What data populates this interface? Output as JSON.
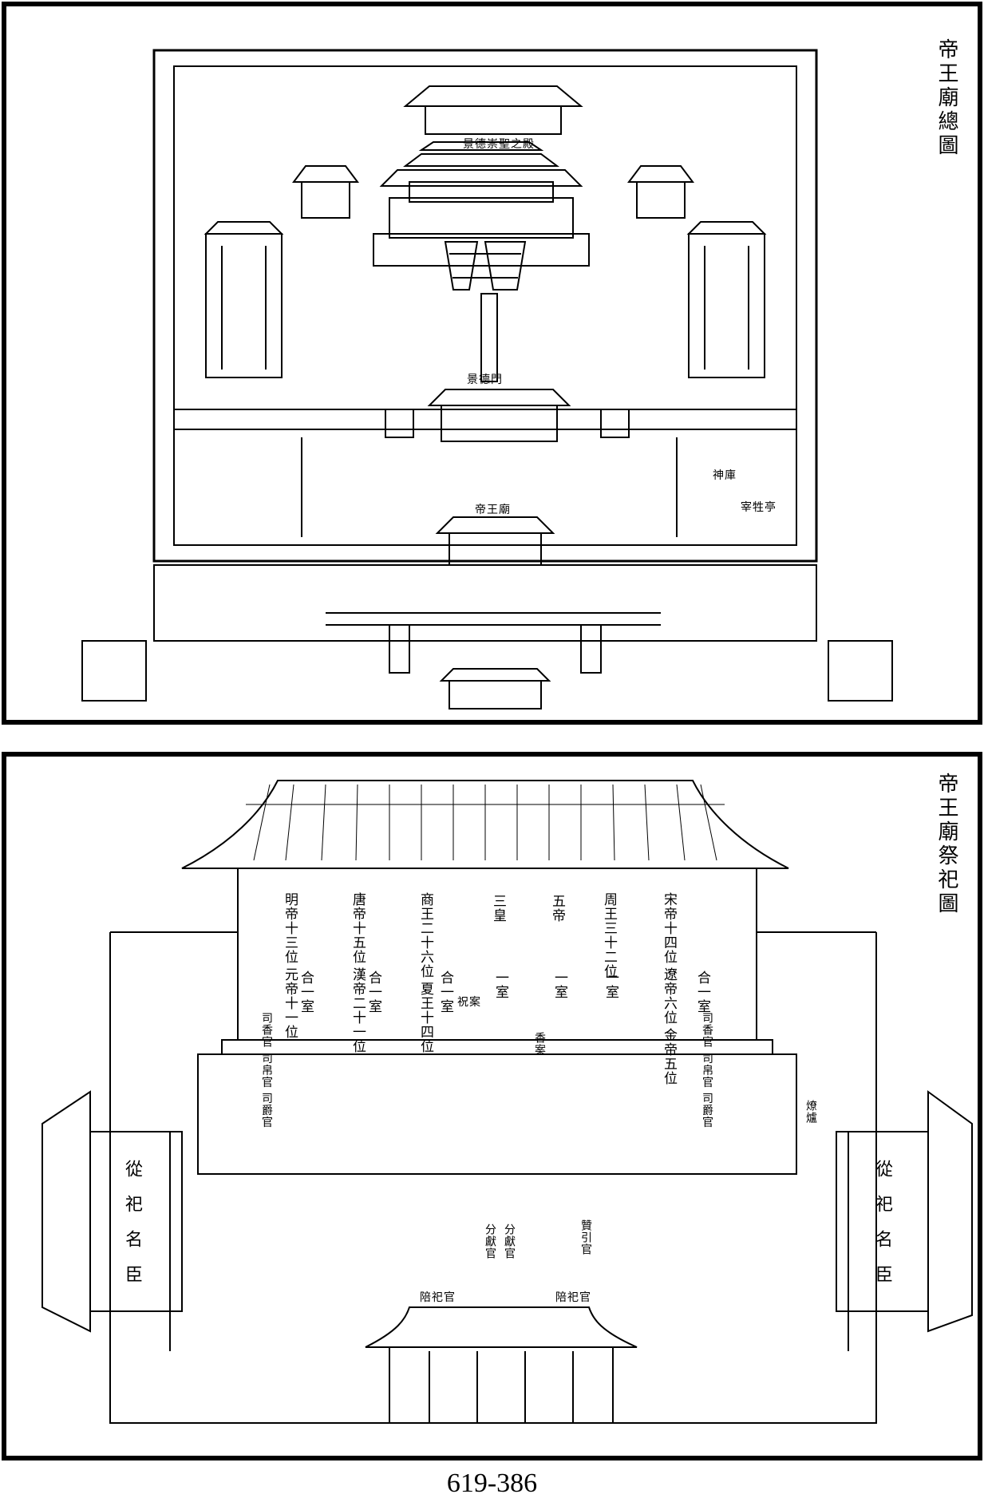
{
  "top": {
    "title": "帝王廟總圖",
    "hall_main": "景德崇聖之殿",
    "gate_jingde": "景德門",
    "gate_diwangmiao": "帝王廟",
    "kitchen": "神庫",
    "pavilion": "宰牲亭"
  },
  "bottom": {
    "title": "帝王廟祭祀圖",
    "hall_columns": [
      {
        "text": "金帝五位",
        "line2": "遼帝六位",
        "line3": "宋帝十四位",
        "room": "合一室"
      },
      {
        "text": "周王三十二位",
        "room": "一室"
      },
      {
        "text": "五帝",
        "room": "一室"
      },
      {
        "text": "三皇",
        "room": "一室"
      },
      {
        "text": "夏王十四位",
        "line2": "商王二十六位",
        "room": "合一室"
      },
      {
        "text": "漢帝二十一位",
        "line2": "唐帝十五位",
        "room": "合一室"
      },
      {
        "text": "元帝十一位",
        "line2": "明帝十三位",
        "room": "合一室"
      }
    ],
    "west_wing": "從祀名臣",
    "east_wing": "從祀名臣",
    "side_labels": {
      "rites": "祝案",
      "incense": "香案",
      "ritual_officials_left": "司香官 司帛官 司爵官",
      "ritual_officials_right": "司香官 司帛官 司爵官",
      "center_offer": "分獻官",
      "center_offer2": "分獻官",
      "liturgist_left": "陪祀官",
      "liturgist_right": "陪祀官",
      "assistant": "贊引官",
      "lamp": "燎爐"
    }
  },
  "page_number": "619-386"
}
